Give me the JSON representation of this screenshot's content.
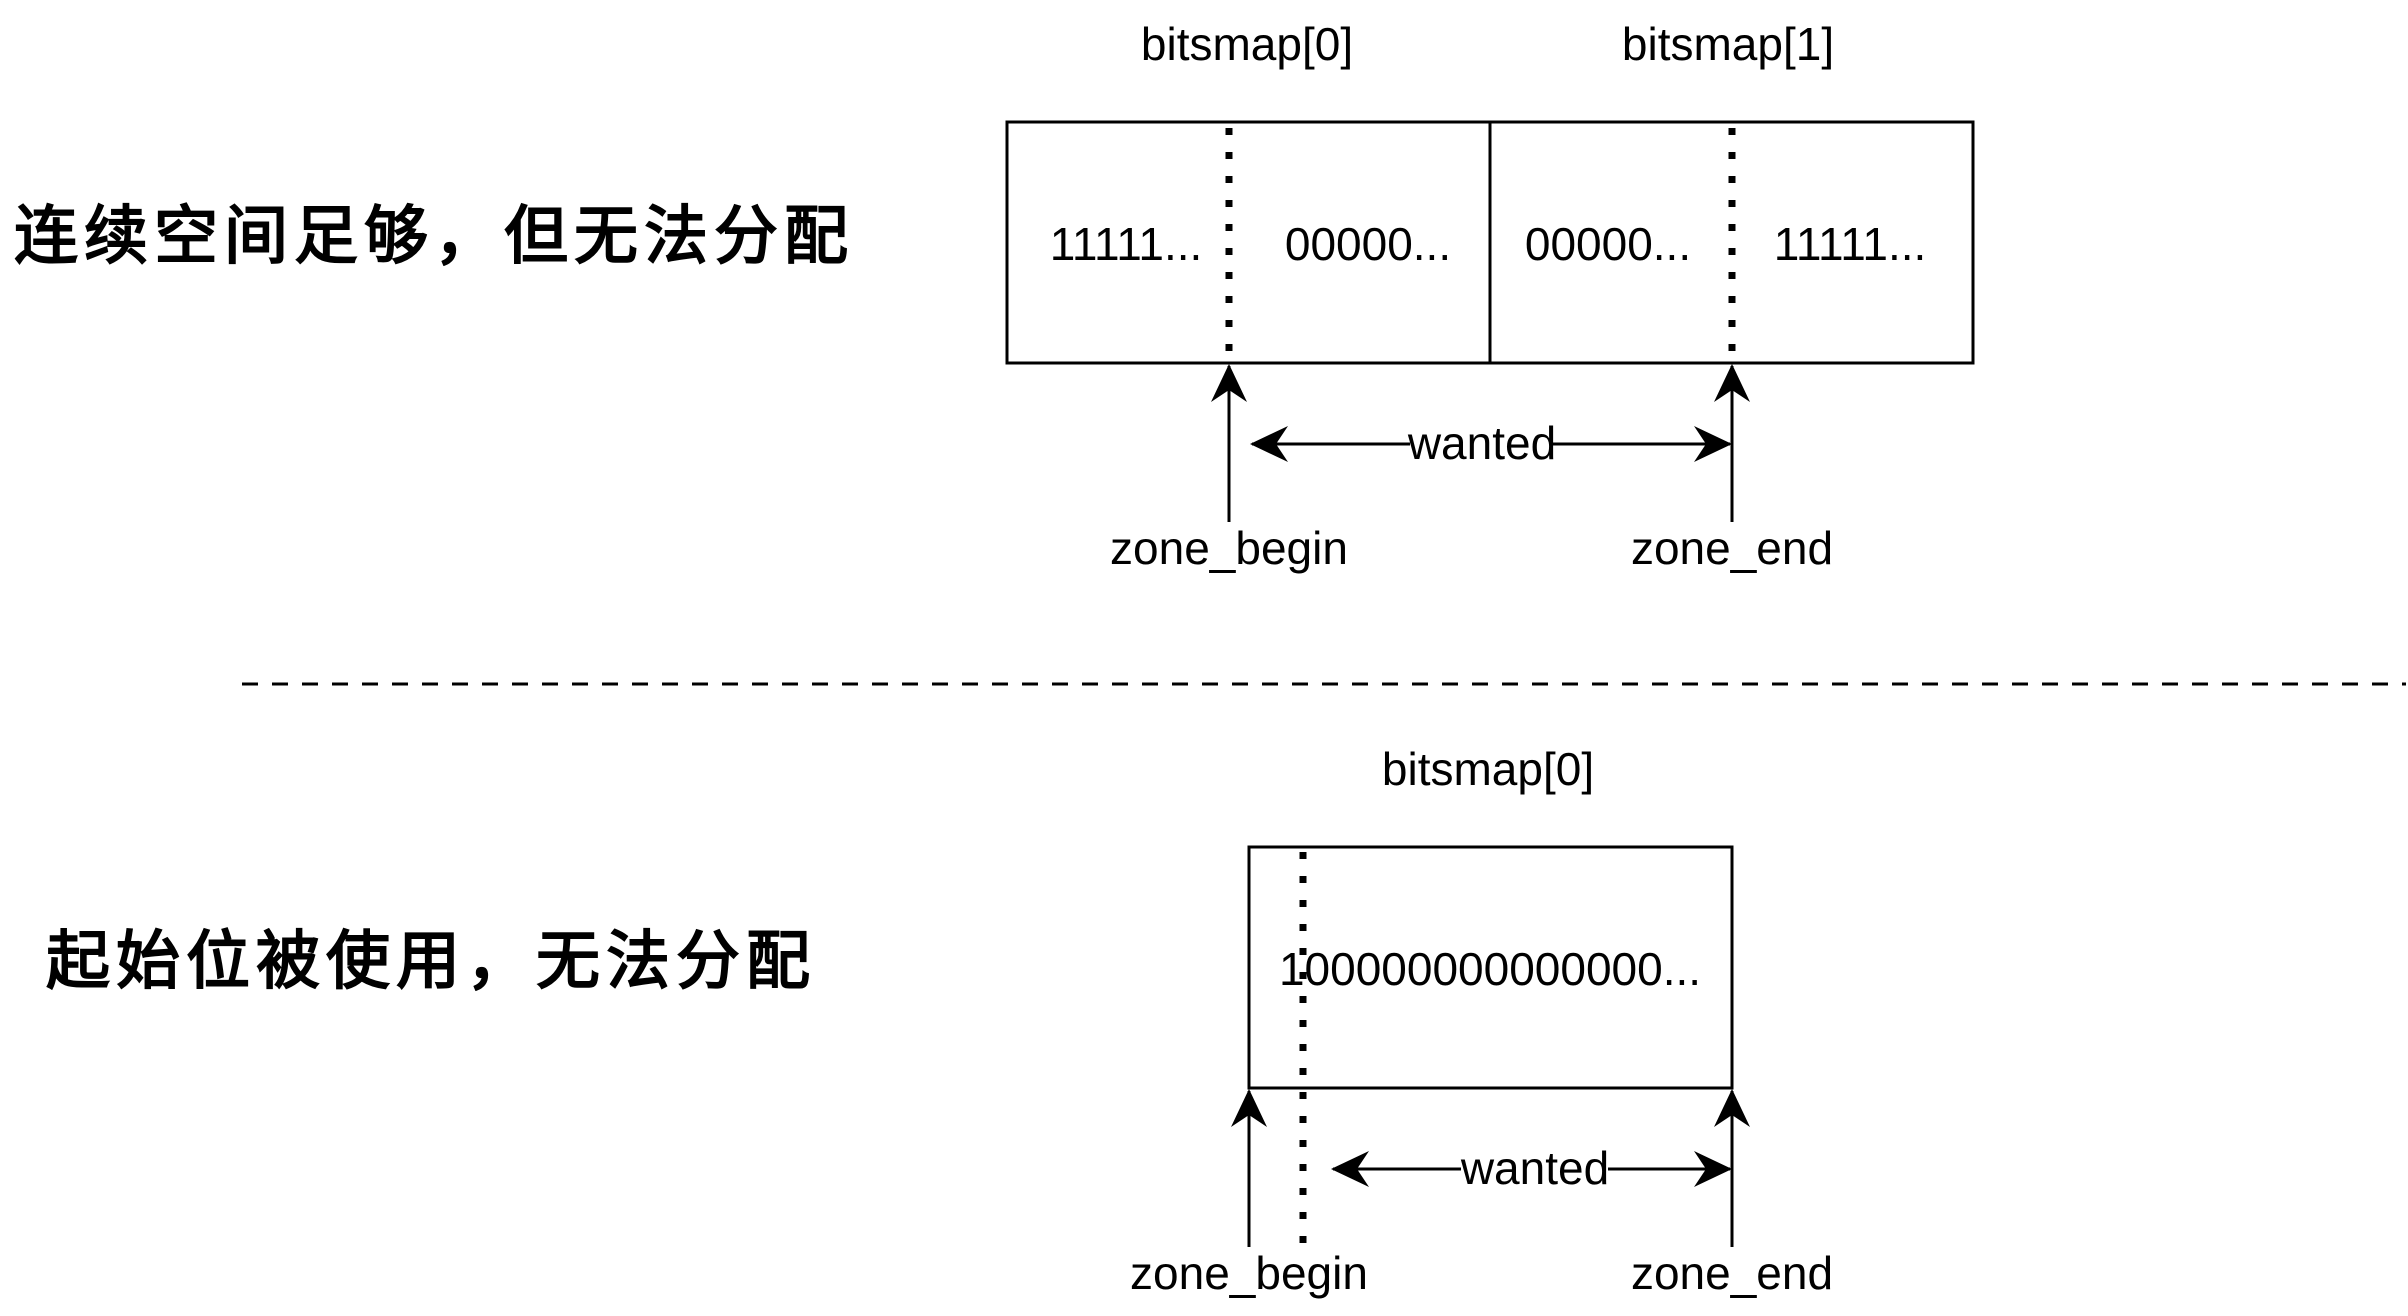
{
  "scenario_top": {
    "heading": "连续空间足够，但无法分配",
    "bitsmaps": [
      {
        "label": "bitsmap[0]",
        "left_bits": "11111...",
        "right_bits": "00000..."
      },
      {
        "label": "bitsmap[1]",
        "left_bits": "00000...",
        "right_bits": "11111..."
      }
    ],
    "wanted_label": "wanted",
    "zone_begin_label": "zone_begin",
    "zone_end_label": "zone_end"
  },
  "separator": {
    "style": "dashed"
  },
  "scenario_bottom": {
    "heading": "起始位被使用，无法分配",
    "bitsmap": {
      "label": "bitsmap[0]",
      "bits": "100000000000000..."
    },
    "wanted_label": "wanted",
    "zone_begin_label": "zone_begin",
    "zone_end_label": "zone_end"
  },
  "colors": {
    "stroke": "#000000",
    "background": "#ffffff"
  }
}
